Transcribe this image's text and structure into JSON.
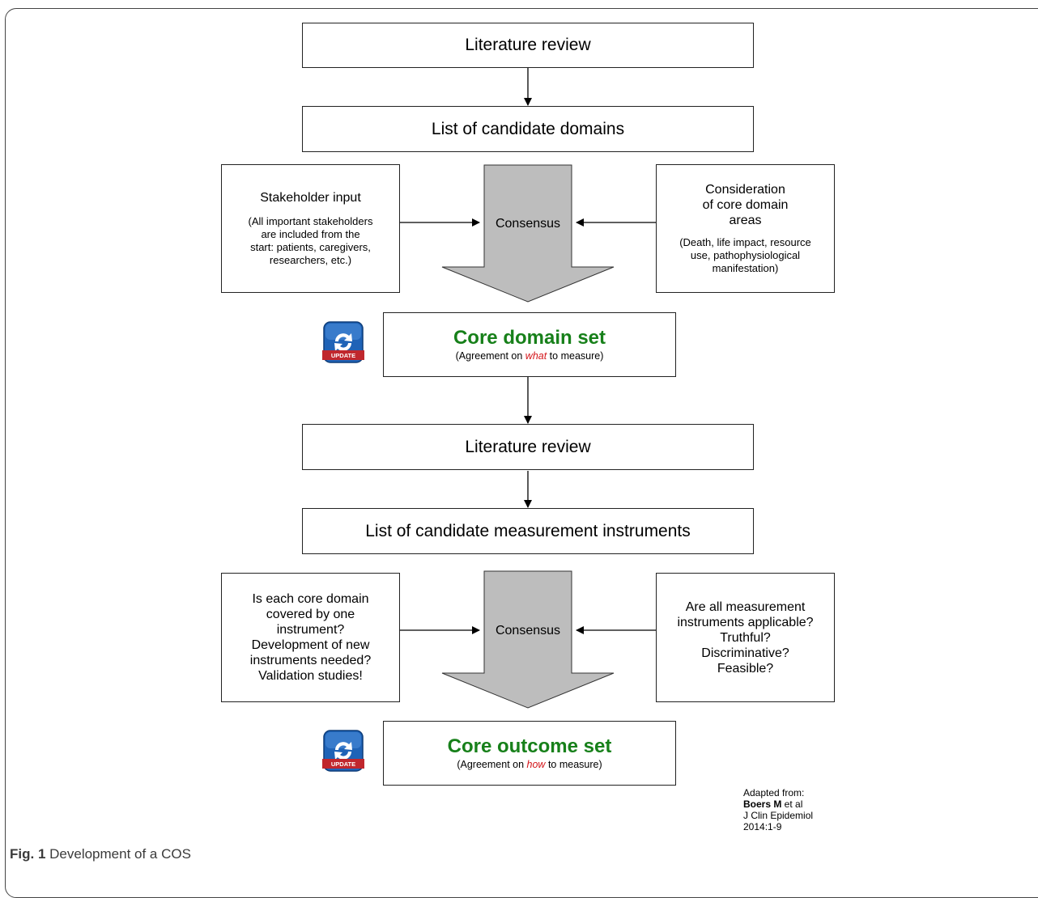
{
  "step1": {
    "text": "Literature review"
  },
  "step2": {
    "text": "List of candidate domains"
  },
  "stakeholder": {
    "title": "Stakeholder input",
    "note_line1": "(All important stakeholders",
    "note_line2": "are included from the",
    "note_line3": "start: patients, caregivers,",
    "note_line4": "researchers, etc.)"
  },
  "consensus1": {
    "label": "Consensus"
  },
  "core_areas": {
    "title_line1": "Consideration",
    "title_line2": "of core domain",
    "title_line3": "areas",
    "note_line1": "(Death, life impact, resource",
    "note_line2": "use, pathophysiological",
    "note_line3": "manifestation)"
  },
  "core_domain": {
    "title": "Core domain set",
    "sub_before": "(Agreement on ",
    "sub_em": "what",
    "sub_after": " to measure)"
  },
  "step3": {
    "text": "Literature review"
  },
  "step4": {
    "text": "List of candidate measurement instruments"
  },
  "instruments_left": {
    "line1": "Is each core domain",
    "line2": "covered by one",
    "line3": "instrument?",
    "line4": "Development of new",
    "line5": "instruments needed?",
    "line6": "Validation studies!"
  },
  "consensus2": {
    "label": "Consensus"
  },
  "instruments_right": {
    "line1": "Are all measurement",
    "line2": "instruments applicable?",
    "line3": "Truthful?",
    "line4": "Discriminative?",
    "line5": "Feasible?"
  },
  "core_outcome": {
    "title": "Core outcome set",
    "sub_before": "(Agreement on ",
    "sub_em": "how",
    "sub_after": " to measure)"
  },
  "badge": {
    "label": "UPDATE",
    "icon": "refresh-icon",
    "color": "#1f63b7",
    "ribbon": "#c0272d"
  },
  "credit": {
    "line1": "Adapted from:",
    "author": "Boers M",
    "author_rest": " et al",
    "line3": "J Clin Epidemiol",
    "line4": "2014:1-9"
  },
  "caption": {
    "label": "Fig. 1",
    "text": " Development of a COS"
  }
}
